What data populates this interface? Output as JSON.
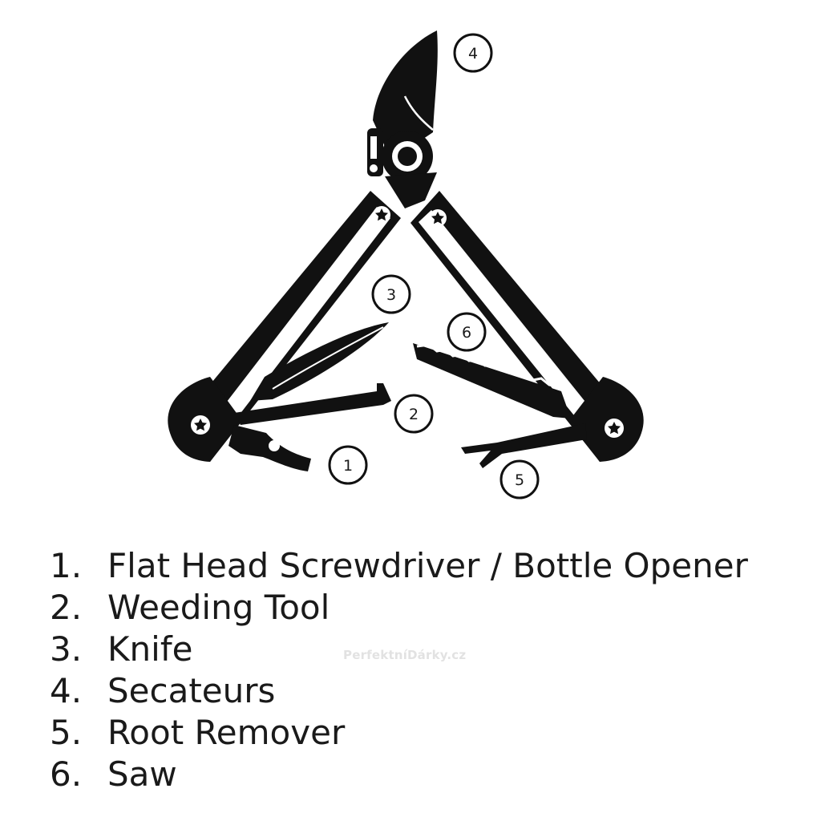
{
  "callouts": [
    "1",
    "2",
    "3",
    "4",
    "5",
    "6"
  ],
  "legend": [
    {
      "num": "1.",
      "label": "Flat Head Screwdriver / Bottle Opener"
    },
    {
      "num": "2.",
      "label": "Weeding Tool"
    },
    {
      "num": "3.",
      "label": "Knife"
    },
    {
      "num": "4.",
      "label": "Secateurs"
    },
    {
      "num": "5.",
      "label": "Root Remover"
    },
    {
      "num": "6.",
      "label": "Saw"
    }
  ],
  "watermark": "PerfektníDárky.cz"
}
